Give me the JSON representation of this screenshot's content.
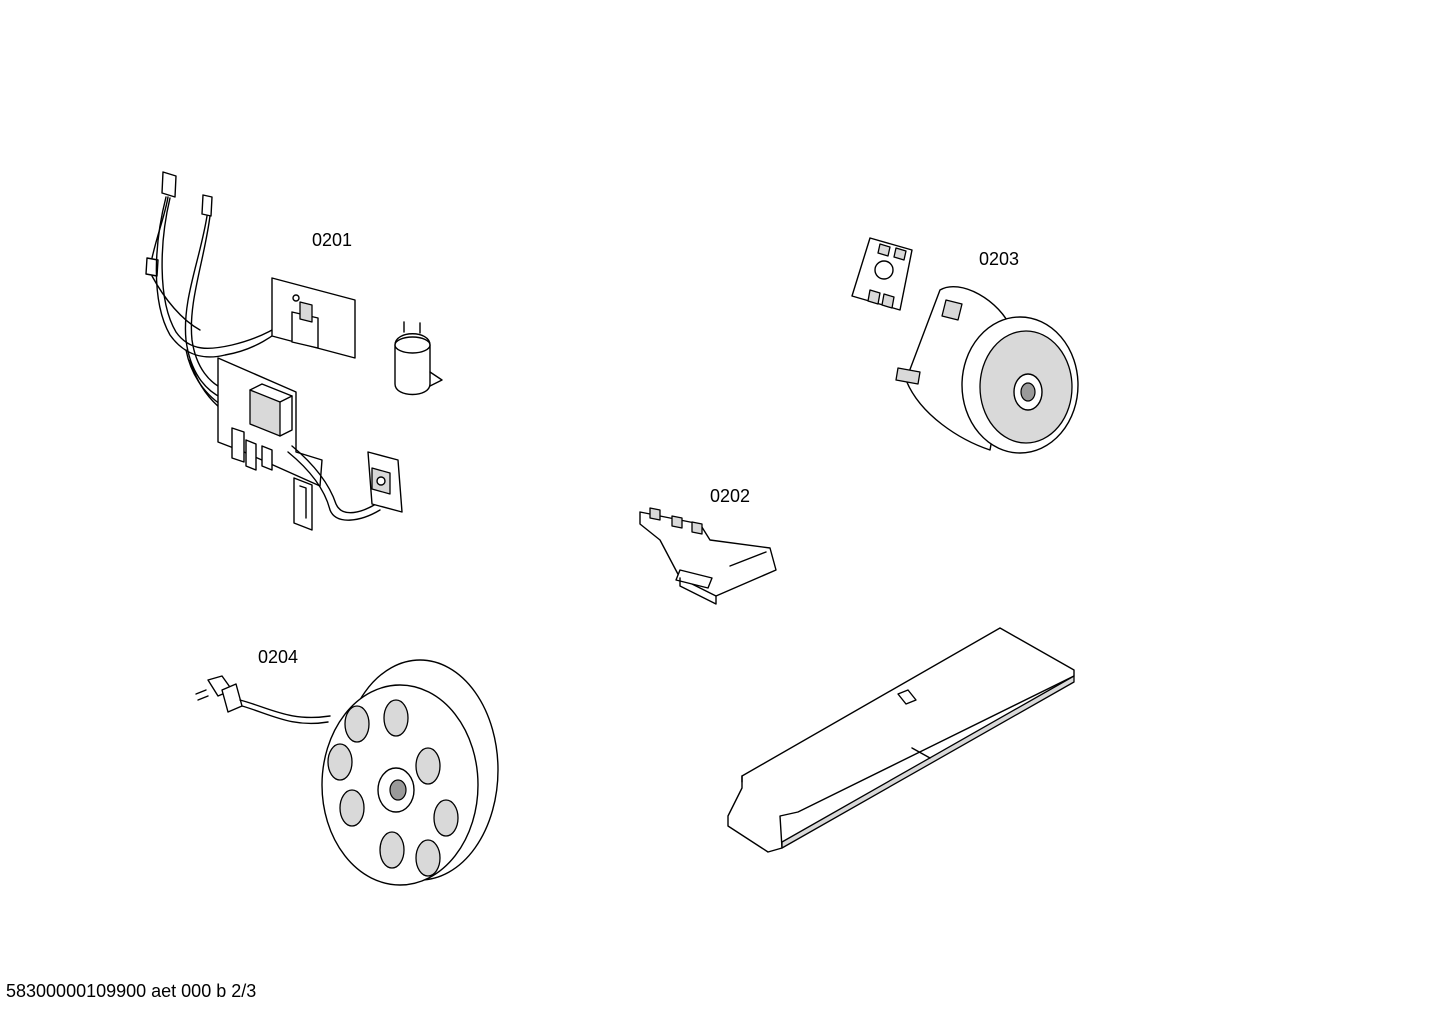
{
  "parts": [
    {
      "id": "main-board",
      "label": "0201"
    },
    {
      "id": "cord-switch",
      "label": "0202"
    },
    {
      "id": "motor",
      "label": "0203"
    },
    {
      "id": "cord-reel",
      "label": "0204"
    }
  ],
  "footer": {
    "text": "58300000109900 aet 000 b 2/3"
  },
  "colors": {
    "line": "#000000",
    "shade": "#d9d9d9",
    "background": "#ffffff"
  }
}
